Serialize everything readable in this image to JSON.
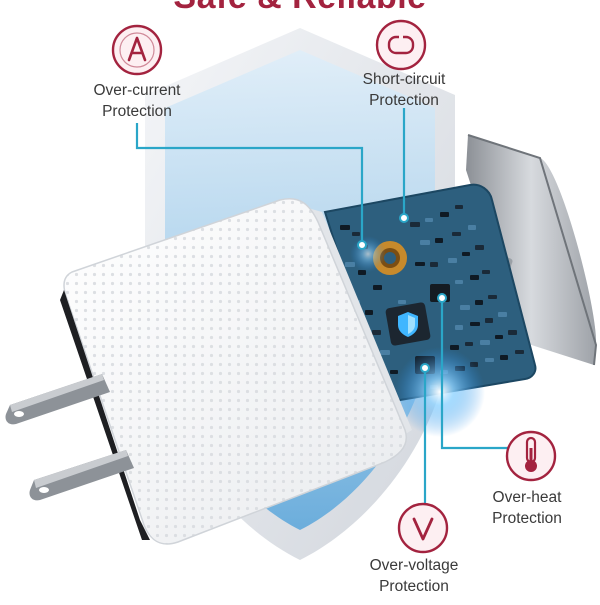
{
  "headline": "Safe & Reliable",
  "features": [
    {
      "icon": "current-icon",
      "line1": "Over-current",
      "line2": "Protection"
    },
    {
      "icon": "short-circuit-icon",
      "line1": "Short-circuit",
      "line2": "Protection"
    },
    {
      "icon": "thermometer-icon",
      "line1": "Over-heat",
      "line2": "Protection"
    },
    {
      "icon": "voltage-icon",
      "line1": "Over-voltage",
      "line2": "Protection"
    }
  ],
  "colors": {
    "accent": "#a3233f",
    "callout_line": "#2aa6c8",
    "pcb": "#2d5f7e",
    "label_text": "#3a3a3a"
  }
}
